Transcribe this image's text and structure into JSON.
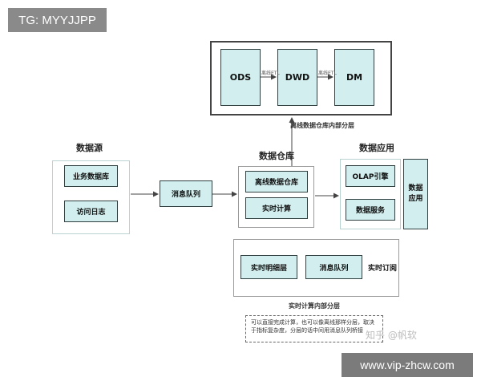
{
  "badges": {
    "tag": "TG: MYYJJPP",
    "url": "www.vip-zhcw.com"
  },
  "offline_layers": {
    "ods": "ODS",
    "dwd": "DWD",
    "dm": "DM",
    "etl_label": "离线ETL",
    "caption": "离线数据仓库内部分层"
  },
  "data_source": {
    "title": "数据源",
    "business_db": "业务数据库",
    "access_log": "访问日志"
  },
  "message_queue": "消息队列",
  "data_warehouse": {
    "title": "数据仓库",
    "offline_dw": "离线数据仓库",
    "realtime_compute": "实时计算"
  },
  "data_application": {
    "title": "数据应用",
    "olap_engine": "OLAP引擎",
    "data_service": "数据服务",
    "data_app": "数据应用"
  },
  "realtime_layers": {
    "detail_layer": "实时明细层",
    "message_queue": "消息队列",
    "realtime_subscription": "实时订阅",
    "caption": "实时计算内部分层"
  },
  "note": {
    "line1": "可以直接完成计算，也可以像离线那样分层，取决",
    "line2": "于指标复杂度，分层的话中间用消息队列桥接"
  },
  "watermark": "知乎 @帆软"
}
